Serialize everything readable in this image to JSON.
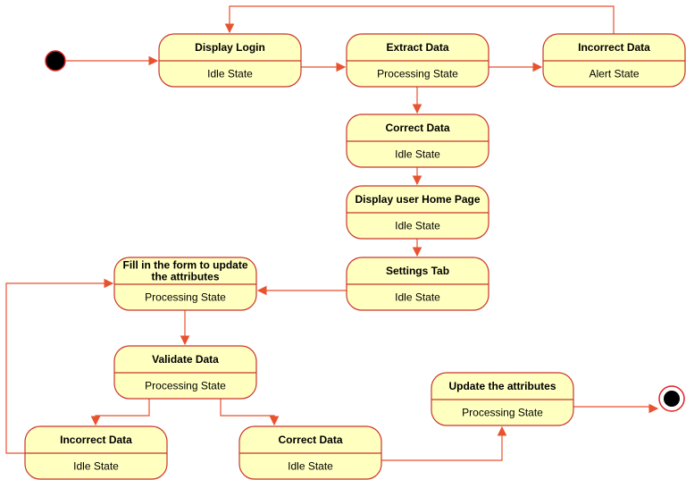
{
  "states": [
    {
      "id": "display-login",
      "title": [
        "Display Login"
      ],
      "subtitle": "Idle State"
    },
    {
      "id": "extract-data",
      "title": [
        "Extract Data"
      ],
      "subtitle": "Processing State"
    },
    {
      "id": "incorrect-data-alert",
      "title": [
        "Incorrect Data"
      ],
      "subtitle": "Alert State"
    },
    {
      "id": "correct-data-1",
      "title": [
        "Correct Data"
      ],
      "subtitle": "Idle State"
    },
    {
      "id": "display-home",
      "title": [
        "Display user Home Page"
      ],
      "subtitle": "Idle State"
    },
    {
      "id": "settings-tab",
      "title": [
        "Settings Tab"
      ],
      "subtitle": "Idle State"
    },
    {
      "id": "fill-form",
      "title": [
        "Fill in the form to update",
        "the attributes"
      ],
      "subtitle": "Processing State"
    },
    {
      "id": "validate-data",
      "title": [
        "Validate Data"
      ],
      "subtitle": "Processing State"
    },
    {
      "id": "update-attributes",
      "title": [
        "Update the attributes"
      ],
      "subtitle": "Processing State"
    },
    {
      "id": "incorrect-data-idle",
      "title": [
        "Incorrect Data"
      ],
      "subtitle": "Idle State"
    },
    {
      "id": "correct-data-2",
      "title": [
        "Correct Data"
      ],
      "subtitle": "Idle State"
    }
  ],
  "transitions": [
    {
      "from": "initial",
      "to": "display-login"
    },
    {
      "from": "display-login",
      "to": "extract-data"
    },
    {
      "from": "extract-data",
      "to": "incorrect-data-alert"
    },
    {
      "from": "incorrect-data-alert",
      "to": "display-login"
    },
    {
      "from": "extract-data",
      "to": "correct-data-1"
    },
    {
      "from": "correct-data-1",
      "to": "display-home"
    },
    {
      "from": "display-home",
      "to": "settings-tab"
    },
    {
      "from": "settings-tab",
      "to": "fill-form"
    },
    {
      "from": "fill-form",
      "to": "validate-data"
    },
    {
      "from": "validate-data",
      "to": "incorrect-data-idle"
    },
    {
      "from": "validate-data",
      "to": "correct-data-2"
    },
    {
      "from": "incorrect-data-idle",
      "to": "fill-form"
    },
    {
      "from": "correct-data-2",
      "to": "update-attributes"
    },
    {
      "from": "update-attributes",
      "to": "final"
    }
  ],
  "colors": {
    "state_fill": "#ffffc0",
    "state_border": "#c9352a",
    "arrow": "#e8522e",
    "initial_fill": "#000000",
    "final_border": "#dd2222"
  }
}
